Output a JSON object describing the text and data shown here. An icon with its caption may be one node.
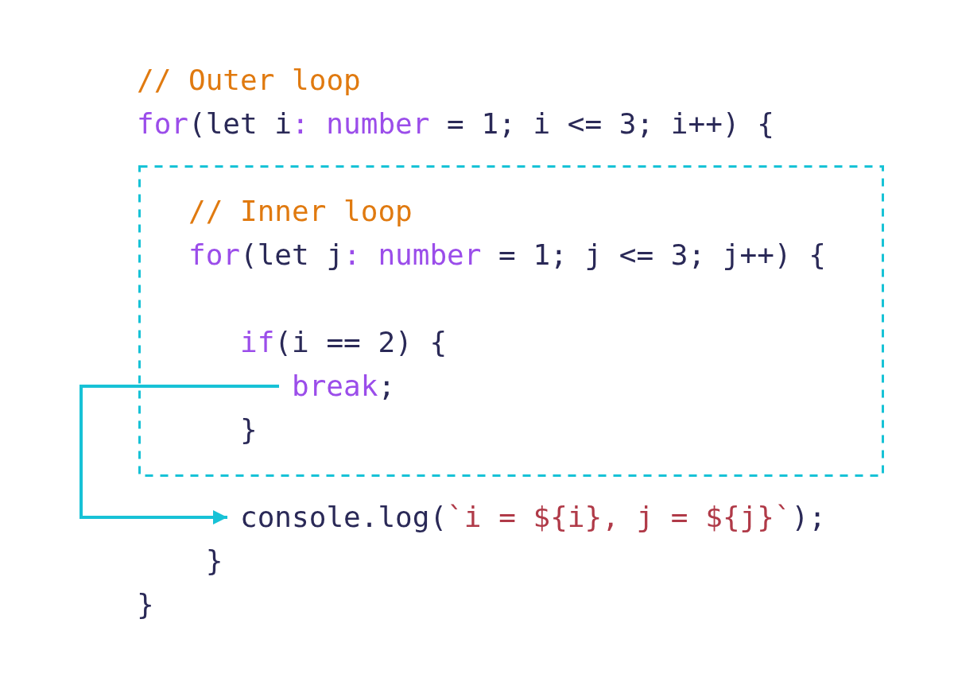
{
  "diagram": {
    "nodes": [
      {
        "text": [],
        "shape": "box"
      },
      {
        "text": [
          "break",
          ";"
        ],
        "in": 0
      },
      {
        "text": [
          "console.log(",
          "`i = ${i}, j = ${j}`",
          ");"
        ]
      }
    ],
    "edges": [
      {
        "from": 1,
        "to": 2,
        "arrow": "to"
      }
    ],
    "labels": [
      "// Outer loop",
      "for",
      "(let i",
      ": number",
      "= 1; i <= 3; i++) {",
      "// Inner loop",
      "for",
      "(let j",
      ": number",
      "= 1; j <= 3; j++) {",
      "if",
      "(i == 2) {",
      "}",
      "}",
      "}"
    ]
  }
}
